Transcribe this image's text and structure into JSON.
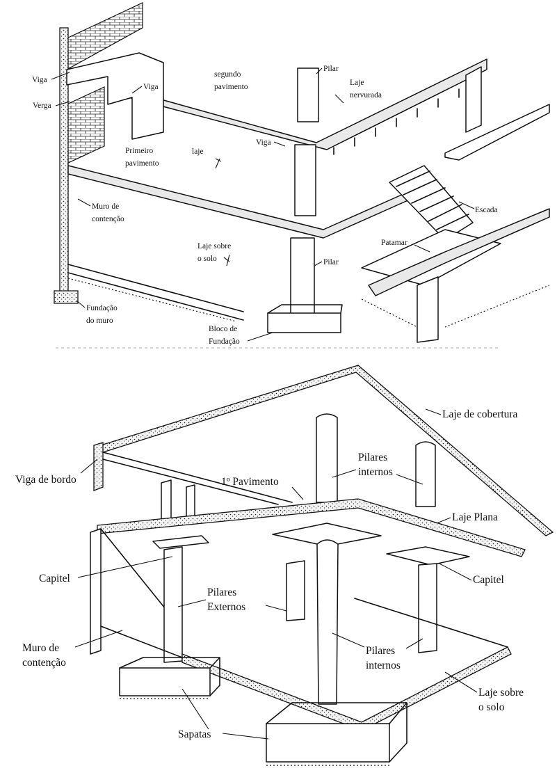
{
  "top_diagram": {
    "labels": {
      "viga_top": "Viga",
      "verga": "Verga",
      "viga_mid": "Viga",
      "segundo_pavimento_1": "segundo",
      "segundo_pavimento_2": "pavimento",
      "pilar_top": "Pilar",
      "laje_nervurada_1": "Laje",
      "laje_nervurada_2": "nervurada",
      "primeiro_pavimento_1": "Primeiro",
      "primeiro_pavimento_2": "pavimento",
      "laje": "laje",
      "viga_low": "Viga",
      "muro_contencao_1": "Muro de",
      "muro_contencao_2": "contenção",
      "escada": "Escada",
      "laje_sobre_solo_1": "Laje sobre",
      "laje_sobre_solo_2": "o solo",
      "patamar": "Patamar",
      "pilar_low": "Pilar",
      "fundacao_muro_1": "Fundação",
      "fundacao_muro_2": "do muro",
      "bloco_fundacao_1": "Bloco de",
      "bloco_fundacao_2": "Fundação"
    }
  },
  "bottom_diagram": {
    "labels": {
      "laje_cobertura": "Laje de cobertura",
      "pilares_internos_top_1": "Pilares",
      "pilares_internos_top_2": "internos",
      "viga_bordo": "Viga de bordo",
      "primeiro_pavimento": "1º  Pavimento",
      "laje_plana": "Laje Plana",
      "capitel_left": "Capitel",
      "pilares_externos_1": "Pilares",
      "pilares_externos_2": "Externos",
      "capitel_right": "Capitel",
      "muro_contencao_1": "Muro de",
      "muro_contencao_2": "contenção",
      "pilares_internos_low_1": "Pilares",
      "pilares_internos_low_2": "internos",
      "laje_sobre_solo_1": "Laje sobre",
      "laje_sobre_solo_2": "o solo",
      "sapatas": "Sapatas"
    }
  }
}
